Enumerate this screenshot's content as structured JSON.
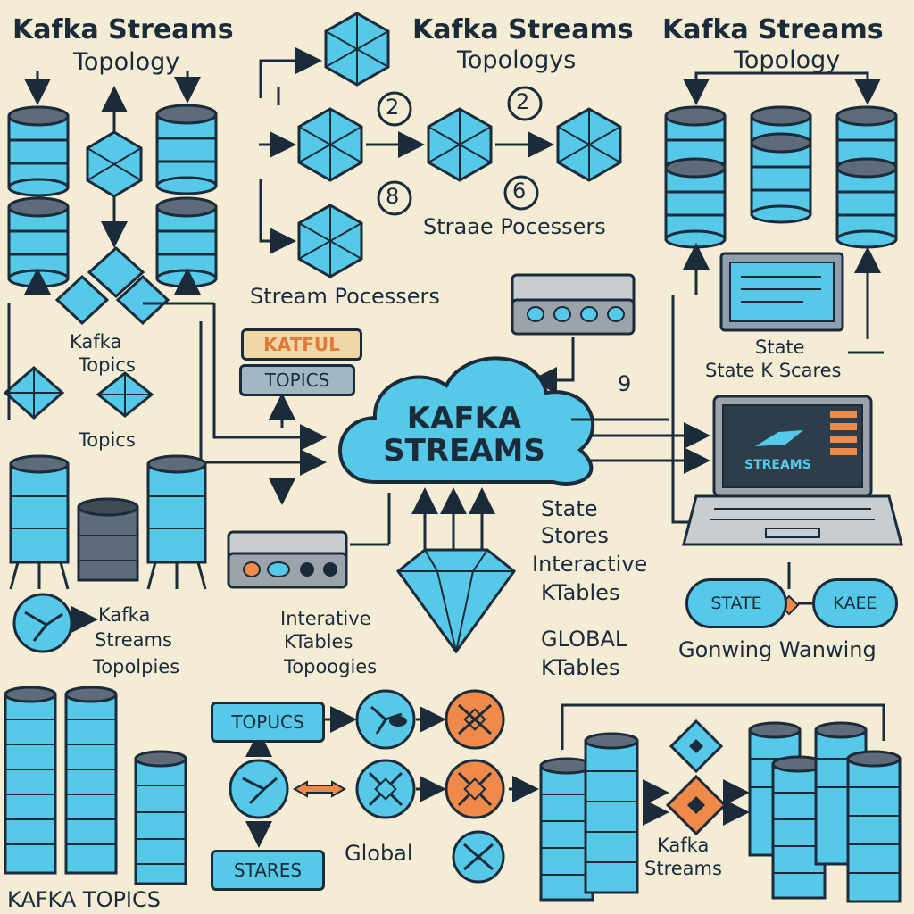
{
  "labels": {
    "title_left": "Kafka Streams",
    "title_left_sub": "Topology",
    "title_center": "Kafka Streams",
    "title_center_sub": "Topologys",
    "title_right": "Kafka Streams",
    "title_right_sub": "Topology",
    "stream_processers_center": "Stream Pocessers",
    "straae_pocessers": "Straae Pocessers",
    "stream_processers_left": "Stream Pocessers",
    "kafka_topics_left": "Kafka",
    "kafka_topics_left_2": "Topics",
    "topics_left": "Topics",
    "state_label": "State",
    "state_k_scares": "State K Scares",
    "num_2a": "2",
    "num_2b": "2",
    "num_8": "8",
    "num_6": "6",
    "num_9": "9",
    "cloud_line1": "KAFKA",
    "cloud_line2": "STREAMS",
    "state_stores_block": [
      "State",
      "Stores",
      "Interactive",
      "KTables"
    ],
    "global_ktables": [
      "GLOBAL",
      "KTables"
    ],
    "interactive_ktables": [
      "Interative",
      "KTables",
      "Topoogies"
    ],
    "kafka_streams_topolies": [
      "Kafka",
      "Streams",
      "Topolpies"
    ],
    "gonwing": "Gonwing Wanwing",
    "global": "Global",
    "kafka_streams_bottom": [
      "Kafka",
      "Streams"
    ],
    "kafka_topics_bottom": "KAFKA TOPICS",
    "laptop_screen": "STREAMS"
  },
  "tags": {
    "katful": "KATFUL",
    "topics": "TOPICS",
    "topucs": "TOPUCS",
    "stares": "STARES",
    "state_pill": "STATE",
    "kaee_pill": "KAEE"
  },
  "colors": {
    "background": "#f5ecd6",
    "accent_cyan": "#56c8e8",
    "ink": "#1b2b3a",
    "orange": "#f08a4b",
    "grey_device": "#9ca3aa"
  }
}
